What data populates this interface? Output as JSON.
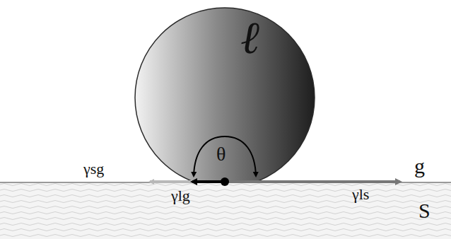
{
  "diagram": {
    "nodes": [
      {
        "text": [
          "ℓ"
        ]
      },
      {
        "text": [
          "S"
        ]
      }
    ],
    "labels": [
      "θ",
      "γsg",
      "γlg",
      "γls",
      "g"
    ]
  }
}
